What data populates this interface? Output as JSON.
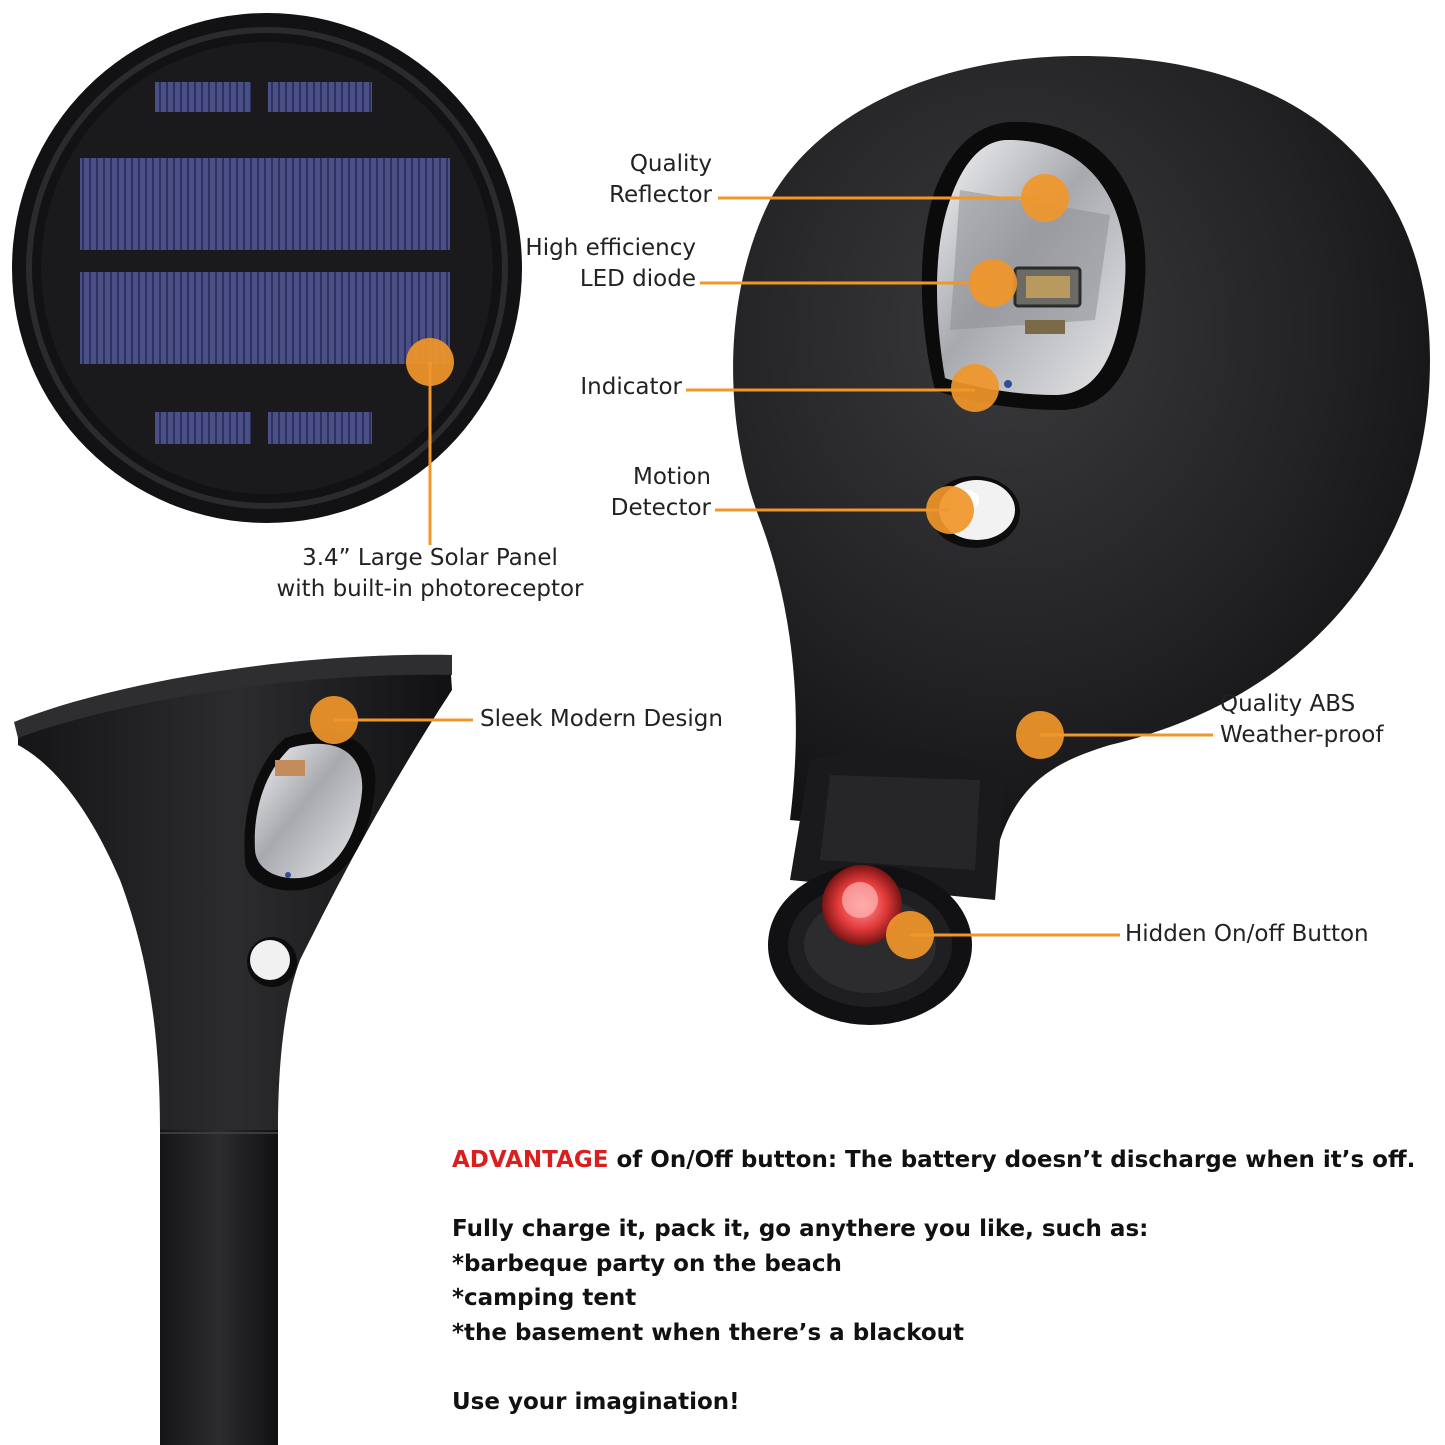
{
  "colors": {
    "callout": "#f0962a",
    "product": "#1d1d1f",
    "advantage": "#d9201f",
    "text": "#111111"
  },
  "callouts": {
    "reflector": {
      "lines": [
        "Quality",
        "Reflector"
      ]
    },
    "led": {
      "lines": [
        "High efficiency",
        "LED diode"
      ]
    },
    "indicator": {
      "lines": [
        "Indicator"
      ]
    },
    "motion": {
      "lines": [
        "Motion",
        "Detector"
      ]
    },
    "solar": {
      "lines": [
        "3.4” Large Solar Panel",
        "with built-in photoreceptor"
      ]
    },
    "design": {
      "lines": [
        "Sleek Modern Design"
      ]
    },
    "abs": {
      "lines": [
        "Quality ABS",
        "Weather-proof"
      ]
    },
    "button": {
      "lines": [
        "Hidden On/off Button"
      ]
    }
  },
  "copy": {
    "advantage_word": "ADVANTAGE",
    "advantage_rest": " of On/Off button: The battery doesn’t discharge when it’s off.",
    "intro": "Fully charge it, pack it, go anythere you like, such as:",
    "uses": [
      "*barbeque party on the beach",
      "*camping tent",
      "*the basement when there’s a blackout"
    ],
    "closing": "Use your imagination!"
  }
}
